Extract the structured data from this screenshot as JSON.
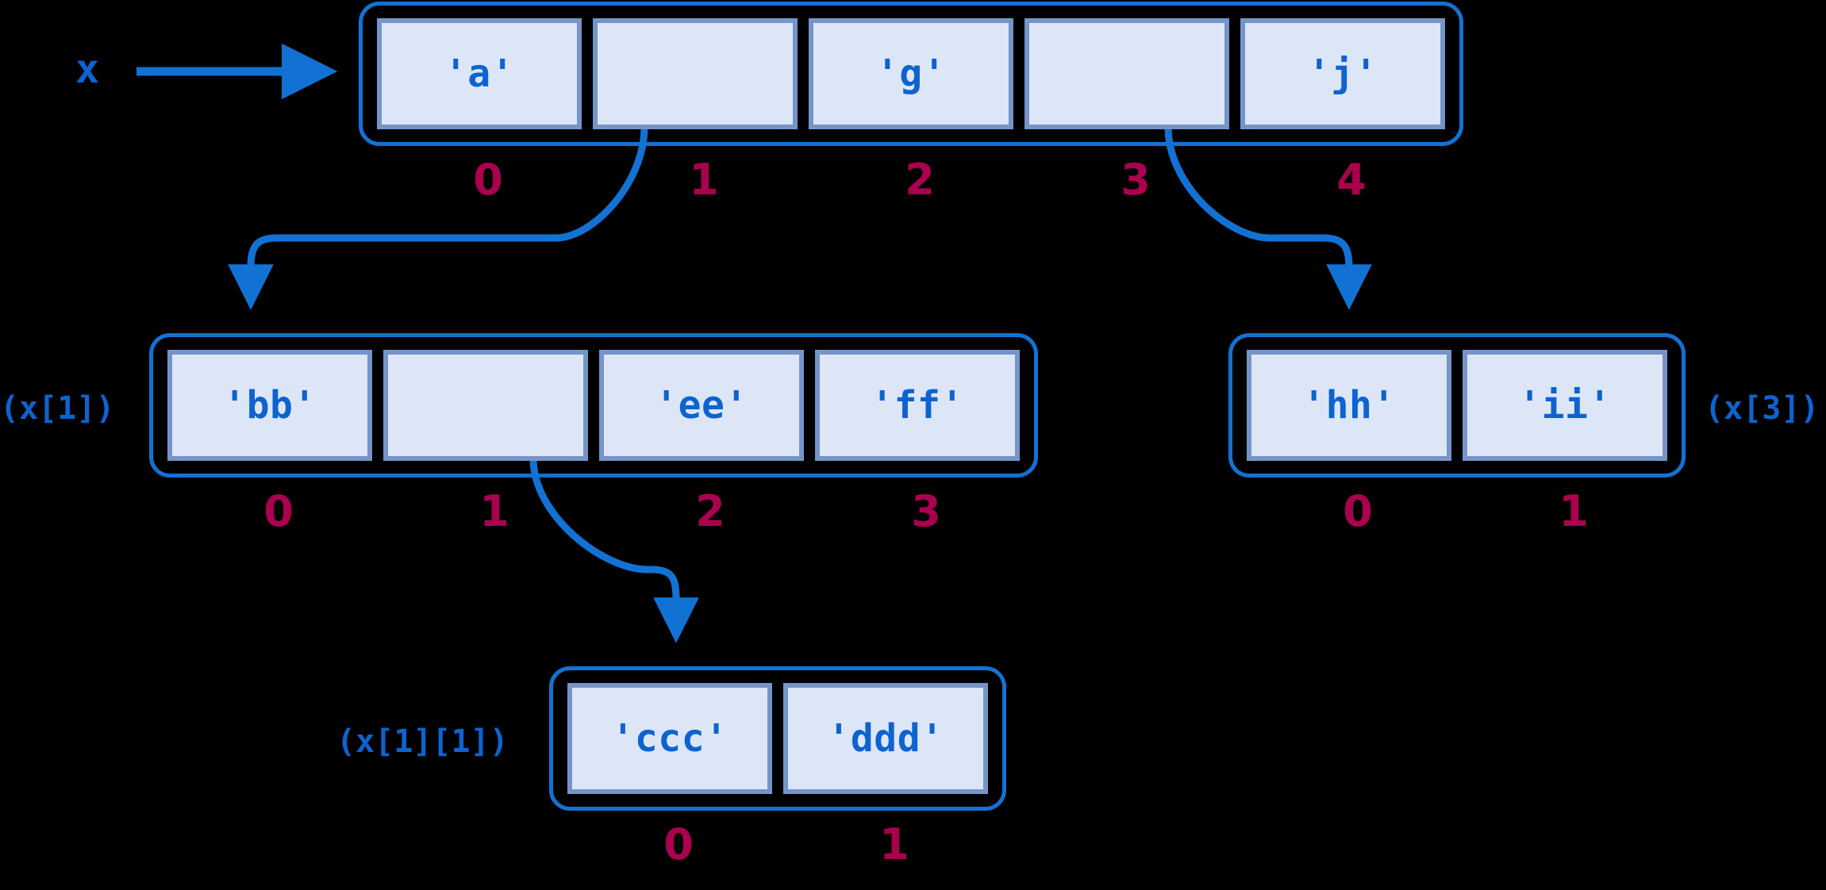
{
  "diagram": {
    "title": "Nested Python list memory diagram",
    "colors": {
      "background": "#000000",
      "container_border": "#1272d4",
      "cell_fill": "#dce6f7",
      "cell_border": "#7694c8",
      "value_text": "#0d63cf",
      "index_text": "#ab0050",
      "arrow": "#1272d4"
    }
  },
  "root_pointer": {
    "label": "x"
  },
  "lists": {
    "x": {
      "name": "x",
      "side_label": "",
      "cells": [
        {
          "value": "'a'",
          "index": "0"
        },
        {
          "value": "",
          "index": "1"
        },
        {
          "value": "'g'",
          "index": "2"
        },
        {
          "value": "",
          "index": "3"
        },
        {
          "value": "'j'",
          "index": "4"
        }
      ]
    },
    "x1": {
      "name": "x[1]",
      "side_label": "(x[1])",
      "cells": [
        {
          "value": "'bb'",
          "index": "0"
        },
        {
          "value": "",
          "index": "1"
        },
        {
          "value": "'ee'",
          "index": "2"
        },
        {
          "value": "'ff'",
          "index": "3"
        }
      ]
    },
    "x3": {
      "name": "x[3]",
      "side_label": "(x[3])",
      "cells": [
        {
          "value": "'hh'",
          "index": "0"
        },
        {
          "value": "'ii'",
          "index": "1"
        }
      ]
    },
    "x11": {
      "name": "x[1][1]",
      "side_label": "(x[1][1])",
      "cells": [
        {
          "value": "'ccc'",
          "index": "0"
        },
        {
          "value": "'ddd'",
          "index": "1"
        }
      ]
    }
  },
  "connectors": [
    {
      "from": "x[1]",
      "to": "x[1] list"
    },
    {
      "from": "x[3]",
      "to": "x[3] list"
    },
    {
      "from": "x[1][1]",
      "to": "x[1][1] list"
    },
    {
      "from": "x variable",
      "to": "x list"
    }
  ]
}
